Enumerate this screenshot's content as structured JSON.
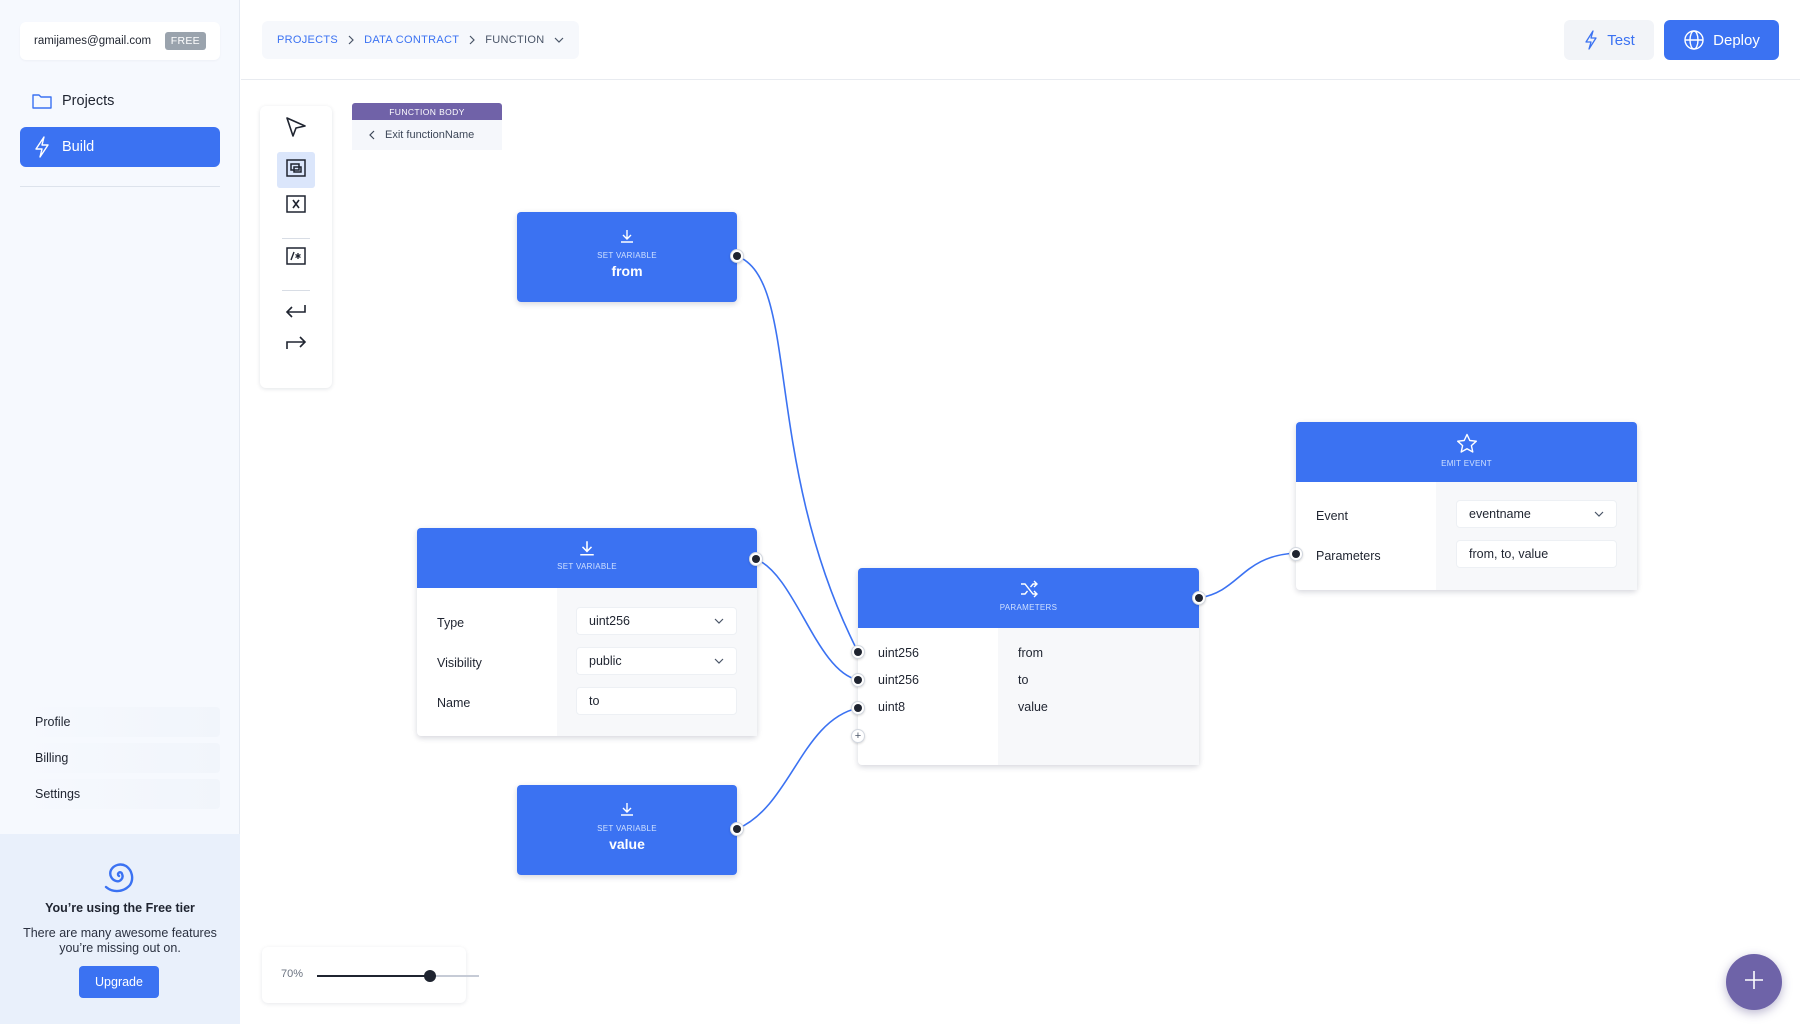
{
  "account": {
    "email": "ramijames@gmail.com",
    "tier_badge": "FREE"
  },
  "sidebar": {
    "items": [
      {
        "label": "Projects",
        "icon": "folder-icon"
      },
      {
        "label": "Build",
        "icon": "lightning-icon",
        "active": true
      }
    ],
    "bottom_items": [
      {
        "label": "Profile"
      },
      {
        "label": "Billing"
      },
      {
        "label": "Settings"
      }
    ],
    "promo": {
      "title": "You’re using the Free tier",
      "text": "There are many awesome features you’re missing out on.",
      "button": "Upgrade",
      "icon": "spiral-logo-icon"
    }
  },
  "breadcrumb": {
    "items": [
      "PROJECTS",
      "DATA CONTRACT",
      "FUNCTION"
    ]
  },
  "toolbar": {
    "test_label": "Test",
    "deploy_label": "Deploy"
  },
  "function_body": {
    "tag": "FUNCTION BODY",
    "exit_label": "Exit functionName"
  },
  "nodes": {
    "set_from": {
      "kind": "SET VARIABLE",
      "name": "from"
    },
    "set_to": {
      "kind": "SET VARIABLE",
      "rows": [
        {
          "label": "Type",
          "value": "uint256",
          "dropdown": true
        },
        {
          "label": "Visibility",
          "value": "public",
          "dropdown": true
        },
        {
          "label": "Name",
          "value": "to",
          "dropdown": false
        }
      ]
    },
    "set_value": {
      "kind": "SET VARIABLE",
      "name": "value"
    },
    "parameters": {
      "kind": "PARAMETERS",
      "params": [
        {
          "type": "uint256",
          "name": "from"
        },
        {
          "type": "uint256",
          "name": "to"
        },
        {
          "type": "uint8",
          "name": "value"
        }
      ],
      "add_symbol": "+"
    },
    "emit_event": {
      "kind": "EMIT EVENT",
      "rows": [
        {
          "label": "Event",
          "value": "eventname",
          "dropdown": true
        },
        {
          "label": "Parameters",
          "value": "from, to, value",
          "dropdown": false
        }
      ]
    }
  },
  "zoom": {
    "label": "70%",
    "level": 0.7
  },
  "colors": {
    "accent": "#3b72f2",
    "tag_purple": "#7062a8",
    "fab": "#6e63a8",
    "wire": "#3b72f2"
  }
}
